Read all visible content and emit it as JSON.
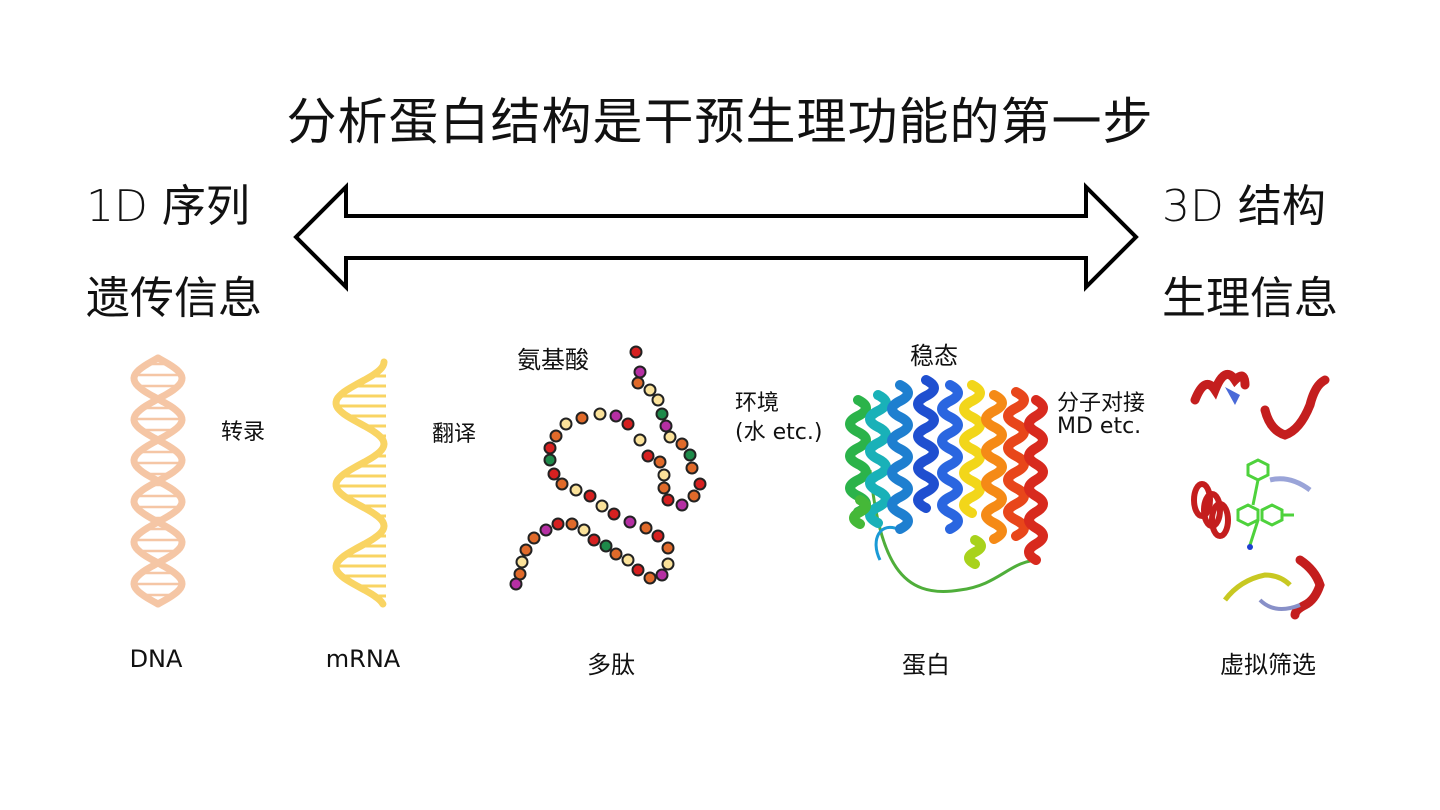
{
  "title": "分析蛋白结构是干预生理功能的第一步",
  "left": {
    "line1": "1D 序列",
    "line2": "遗传信息"
  },
  "right": {
    "line1": "3D 结构",
    "line2": "生理信息"
  },
  "steps": {
    "transcription": "转录",
    "translation": "翻译",
    "amino_acid": "氨基酸",
    "environment_line1": "环境",
    "environment_line2": "(水 etc.)",
    "steady_state": "稳态",
    "docking_line1": "分子对接",
    "docking_line2": "MD etc."
  },
  "labels": {
    "dna": "DNA",
    "mrna": "mRNA",
    "polypeptide": "多肽",
    "protein": "蛋白",
    "virtual_screening": "虚拟筛选"
  },
  "colors": {
    "dna": "#f5c6a5",
    "mrna": "#f9d463",
    "arrow_stroke": "#000000",
    "bead_palette": [
      "#d62020",
      "#e06a2a",
      "#fbe29a",
      "#1e8a4a",
      "#b52fa3"
    ]
  }
}
